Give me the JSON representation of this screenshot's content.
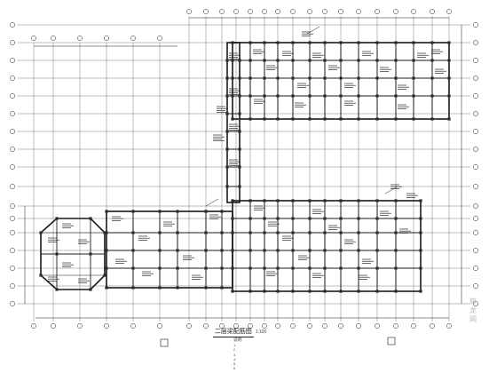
{
  "drawing": {
    "title": "二层梁配筋图",
    "scale": "1:100",
    "notes_heading": "说明:",
    "notes": [
      "1.",
      "2.",
      "3.",
      "4.",
      "5.",
      "6."
    ],
    "watermark_lines": [
      "筑",
      "龙",
      "网"
    ]
  },
  "colors": {
    "ink": "#1a1a1a",
    "grid": "#444444",
    "hatch": "#2b2b2b",
    "paper": "#ffffff",
    "watermark": "#b9b9b9"
  },
  "icons": [
    "axis-bubble-icon",
    "section-mark-icon",
    "column-icon"
  ]
}
